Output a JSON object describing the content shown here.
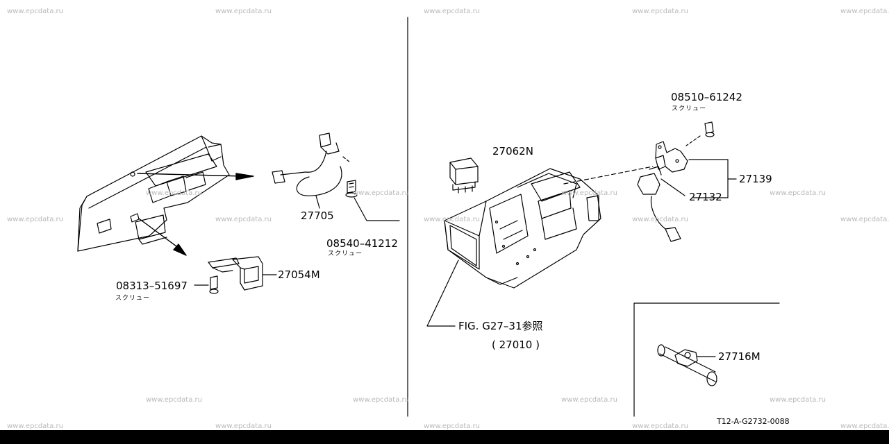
{
  "watermark": "www.epcdata.ru",
  "labels": {
    "p27705": "27705",
    "p08540": "08540–41212",
    "p08313": "08313–51697",
    "p27054m": "27054M",
    "p27062n": "27062N",
    "p08510": "08510–61242",
    "p27139": "27139",
    "p27132": "27132",
    "fig_ref": "FIG. G27–31参照",
    "fig_sub": "( 27010 )",
    "p27716m": "27716M"
  },
  "screw_label": "スクリュー",
  "diagram_code": "T12-A-G2732-0088"
}
